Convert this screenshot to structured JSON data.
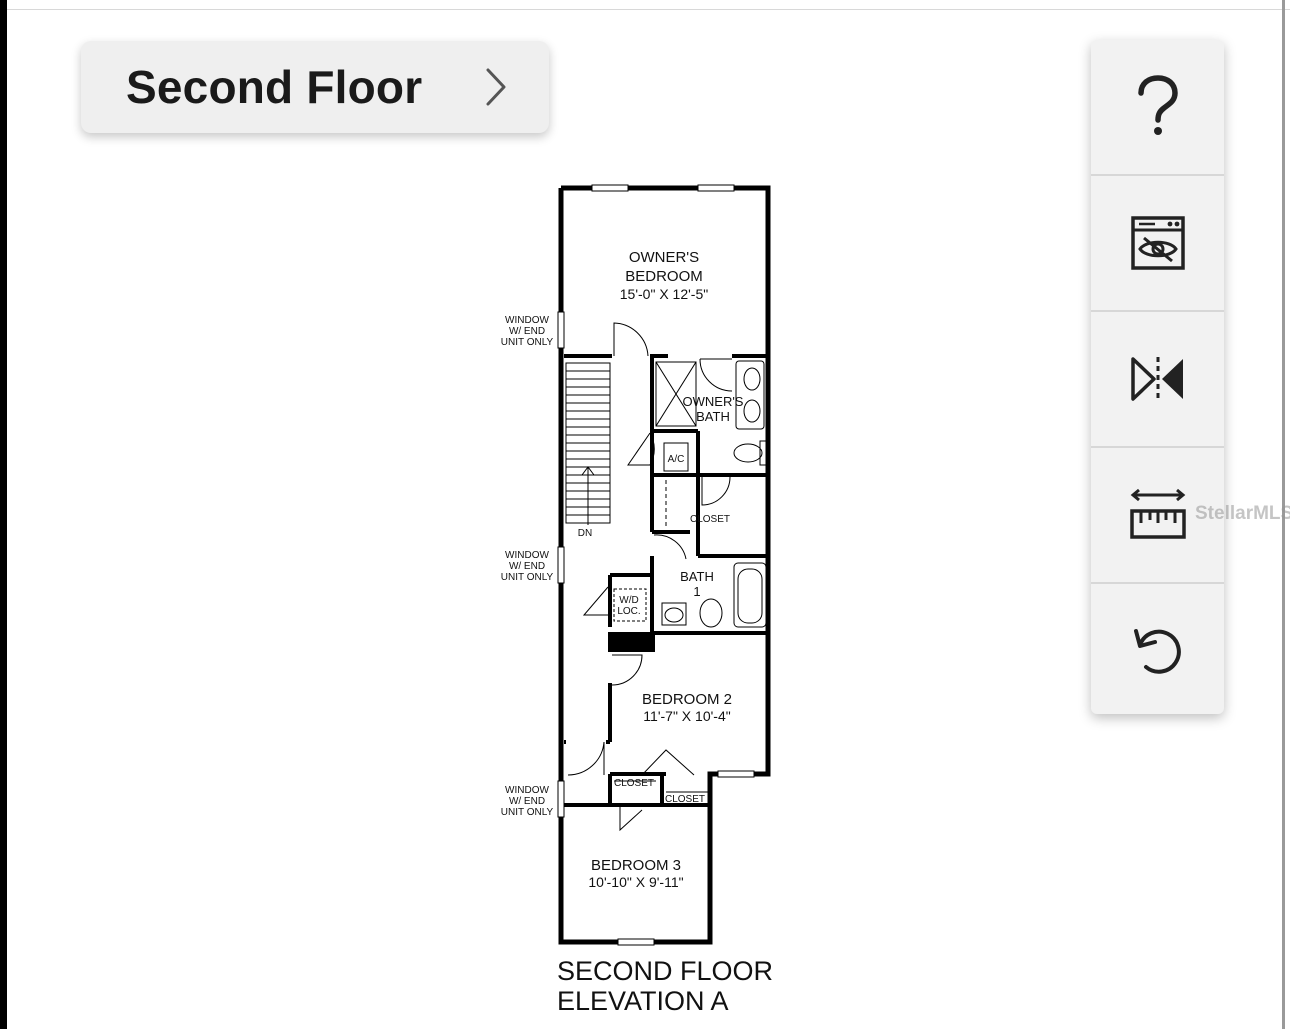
{
  "floor_selector": {
    "label": "Second Floor",
    "icon": "chevron-right-icon"
  },
  "toolbar": {
    "tools": [
      {
        "name": "help",
        "icon": "question-mark-icon"
      },
      {
        "name": "toggle-appliances",
        "icon": "appliance-visibility-icon"
      },
      {
        "name": "mirror",
        "icon": "mirror-flip-icon"
      },
      {
        "name": "measure",
        "icon": "ruler-measure-icon"
      },
      {
        "name": "reset",
        "icon": "undo-icon"
      }
    ]
  },
  "watermark": "StellarMLS",
  "floor_plan": {
    "rooms": {
      "owners_bedroom": {
        "name_line1": "OWNER'S",
        "name_line2": "BEDROOM",
        "dims": "15'-0\" X 12'-5\""
      },
      "owners_bath": {
        "name_line1": "OWNER'S",
        "name_line2": "BATH"
      },
      "ac": "A/C",
      "closet_main": "CLOSET",
      "bath1": {
        "name_line1": "BATH",
        "name_line2": "1"
      },
      "wd": {
        "line1": "W/D",
        "line2": "LOC."
      },
      "bedroom2": {
        "name": "BEDROOM 2",
        "dims": "11'-7\" X 10'-4\""
      },
      "closet_a": "CLOSET",
      "closet_b": "CLOSET",
      "bedroom3": {
        "name": "BEDROOM 3",
        "dims": "10'-10\" X 9'-11\""
      },
      "stairs_label": "DN"
    },
    "window_notes": [
      {
        "line1": "WINDOW",
        "line2": "W/ END",
        "line3": "UNIT ONLY"
      },
      {
        "line1": "WINDOW",
        "line2": "W/ END",
        "line3": "UNIT ONLY"
      },
      {
        "line1": "WINDOW",
        "line2": "W/ END",
        "line3": "UNIT ONLY"
      }
    ],
    "caption_line1": "SECOND FLOOR",
    "caption_line2": "ELEVATION A"
  }
}
